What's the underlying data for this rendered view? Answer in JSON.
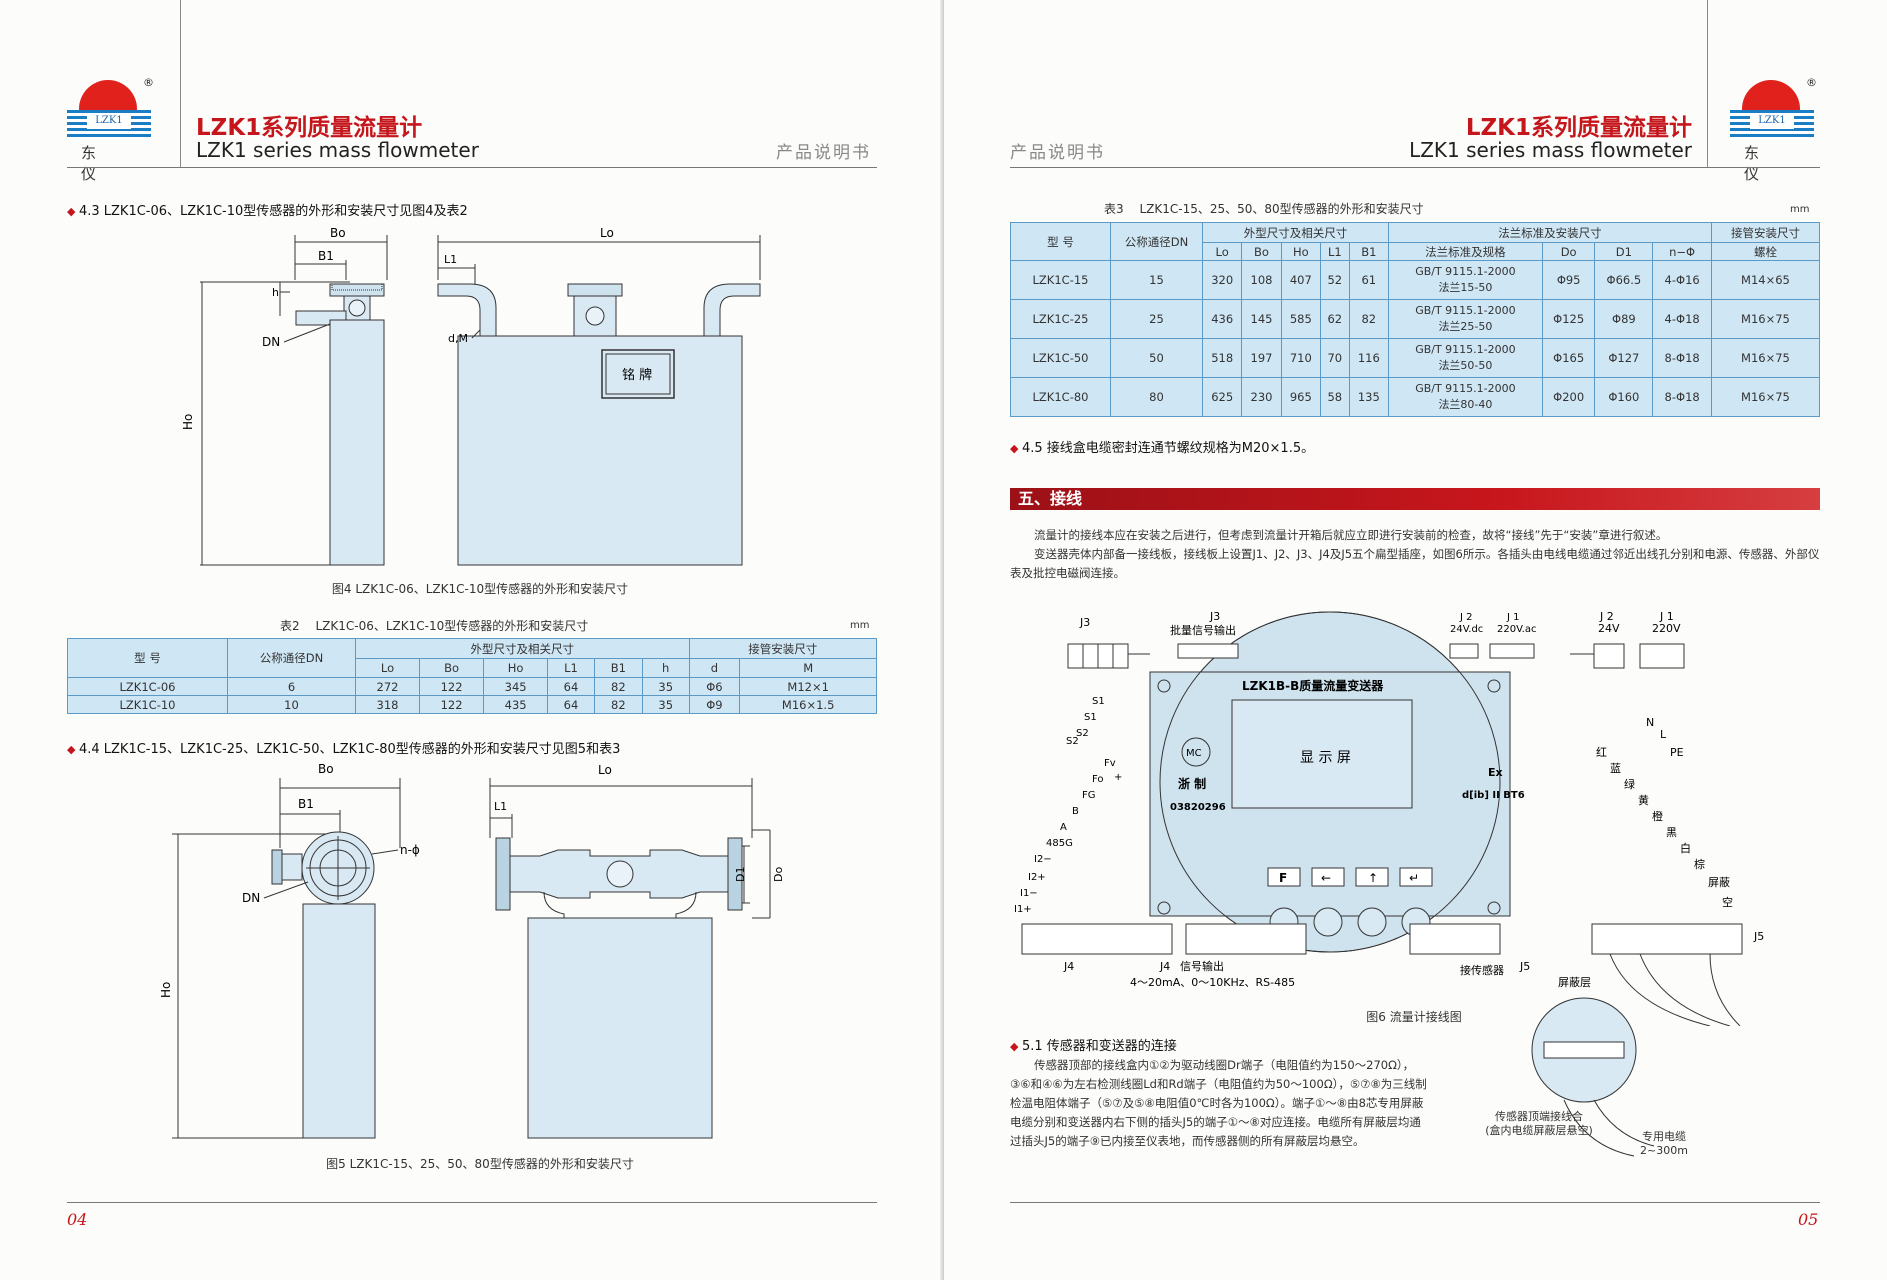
{
  "header": {
    "logo_mark": "LZK1",
    "logo_cn": "东 仪",
    "registered": "®",
    "title_cn": "LZK1系列质量流量计",
    "title_en": "LZK1 series mass flowmeter",
    "manual": "产品说明书"
  },
  "left": {
    "page_number": "04",
    "sec43": "4.3 LZK1C-06、LZK1C-10型传感器的外形和安装尺寸见图4及表2",
    "fig4_caption": "图4 LZK1C-06、LZK1C-10型传感器的外形和安装尺寸",
    "fig4_labels": {
      "Bo": "Bo",
      "B1": "B1",
      "h": "h",
      "DN": "DN",
      "Ho": "Ho",
      "Lo": "Lo",
      "L1": "L1",
      "dM": "d,M",
      "nameplate": "铭 牌"
    },
    "table2_title": "表2　 LZK1C-06、LZK1C-10型传感器的外形和安装尺寸",
    "table2_unit": "mm",
    "table2": {
      "h_model": "型 号",
      "h_dn": "公称通径DN",
      "h_dims": "外型尺寸及相关尺寸",
      "h_pipe": "接管安装尺寸",
      "sub": [
        "Lo",
        "Bo",
        "Ho",
        "L1",
        "B1",
        "h",
        "d",
        "M"
      ],
      "rows": [
        [
          "LZK1C-06",
          "6",
          "272",
          "122",
          "345",
          "64",
          "82",
          "35",
          "Φ6",
          "M12×1"
        ],
        [
          "LZK1C-10",
          "10",
          "318",
          "122",
          "435",
          "64",
          "82",
          "35",
          "Φ9",
          "M16×1.5"
        ]
      ]
    },
    "sec44": "4.4 LZK1C-15、LZK1C-25、LZK1C-50、LZK1C-80型传感器的外形和安装尺寸见图5和表3",
    "fig5_caption": "图5 LZK1C-15、25、50、80型传感器的外形和安装尺寸",
    "fig5_labels": {
      "Bo": "Bo",
      "B1": "B1",
      "nphi": "n-ϕ",
      "DN": "DN",
      "Ho": "Ho",
      "Lo": "Lo",
      "L1": "L1",
      "D1": "D1",
      "Do": "Do"
    }
  },
  "right": {
    "page_number": "05",
    "table3_title": "表3　 LZK1C-15、25、50、80型传感器的外形和安装尺寸",
    "table3_unit": "mm",
    "table3": {
      "h_model": "型 号",
      "h_dn": "公称通径DN",
      "h_dims": "外型尺寸及相关尺寸",
      "h_flange": "法兰标准及安装尺寸",
      "h_pipe": "接管安装尺寸",
      "sub": [
        "Lo",
        "Bo",
        "Ho",
        "L1",
        "B1",
        "法兰标准及规格",
        "Do",
        "D1",
        "n−Φ",
        "螺栓"
      ],
      "rows": [
        [
          "LZK1C-15",
          "15",
          "320",
          "108",
          "407",
          "52",
          "61",
          "GB/T 9115.1-2000",
          "法兰15-50",
          "Φ95",
          "Φ66.5",
          "4-Φ16",
          "M14×65"
        ],
        [
          "LZK1C-25",
          "25",
          "436",
          "145",
          "585",
          "62",
          "82",
          "GB/T 9115.1-2000",
          "法兰25-50",
          "Φ125",
          "Φ89",
          "4-Φ18",
          "M16×75"
        ],
        [
          "LZK1C-50",
          "50",
          "518",
          "197",
          "710",
          "70",
          "116",
          "GB/T 9115.1-2000",
          "法兰50-50",
          "Φ165",
          "Φ127",
          "8-Φ18",
          "M16×75"
        ],
        [
          "LZK1C-80",
          "80",
          "625",
          "230",
          "965",
          "58",
          "135",
          "GB/T 9115.1-2000",
          "法兰80-40",
          "Φ200",
          "Φ160",
          "8-Φ18",
          "M16×75"
        ]
      ]
    },
    "sec45": "4.5 接线盒电缆密封连通节螺纹规格为M20×1.5。",
    "banner": "五、接线",
    "para1": "流量计的接线本应在安装之后进行，但考虑到流量计开箱后就应立即进行安装前的检查，故将“接线”先于“安装”章进行叙述。",
    "para2": "变送器壳体内部备一接线板，接线板上设置J1、J2、J3、J4及J5五个扁型插座，如图6所示。各插头由电线电缆通过邻近出线孔分别和电源、传感器、外部仪表及批控电磁阀连接。",
    "fig6": {
      "J3": "J3",
      "J3b": "J3",
      "batch": "批量信号输出",
      "J2dc": "J 2",
      "J2dc_v": "24V.dc",
      "J1ac": "J 1",
      "J1ac_v": "220V.ac",
      "J2": "J 2",
      "J2_v": "24V",
      "J1": "J 1",
      "J1_v": "220V",
      "device": "LZK1B-B质量流量变送器",
      "display": "显 示 屏",
      "mc": "MC",
      "zj": "浙 制",
      "cert": "03820296",
      "ex": "Ex",
      "exclass": "d[ib] II BT6",
      "keys": [
        "F",
        "←",
        "↑",
        "↵"
      ],
      "S1": "S1",
      "S1b": "S1",
      "S2": "S2",
      "S2b": "S2",
      "N": "N",
      "L": "L",
      "PE": "PE",
      "left_sig": [
        "I1+",
        "I1−",
        "I2+",
        "I2−",
        "485G",
        "A",
        "B",
        "FG",
        "Fo",
        "Fv"
      ],
      "plus": "+",
      "J4": "J4",
      "J4b": "J4",
      "sigout": "信号输出",
      "sigrange": "4～20mA、0～10KHz、RS-485",
      "sensor": "接传感器",
      "J5": "J5",
      "J5b": "J5",
      "shield": "屏蔽层",
      "colors": [
        "红",
        "蓝",
        "绿",
        "黄",
        "橙",
        "黑",
        "白",
        "棕",
        "屏蔽",
        "空"
      ],
      "term_note1": "传感器顶端接线合",
      "term_note2": "(盒内电缆屏蔽层悬空)",
      "cable1": "专用电缆",
      "cable2": "2~300m",
      "caption": "图6  流量计接线图"
    },
    "sec51": "5.1 传感器和变送器的连接",
    "para3": "传感器顶部的接线盒内①②为驱动线圈Dr端子（电阻值约为150～270Ω），③⑥和④⑥为左右检测线圈Ld和Rd端子（电阻值约为50～100Ω），⑤⑦⑧为三线制检温电阻体端子（⑤⑦及⑤⑧电阻值0℃时各为100Ω）。端子①～⑧由8芯专用屏蔽电缆分别和变送器内右下侧的插头J5的端子①～⑧对应连接。电缆所有屏蔽层均通过插头J5的端子⑨已内接至仪表地，而传感器侧的所有屏蔽层均悬空。"
  }
}
